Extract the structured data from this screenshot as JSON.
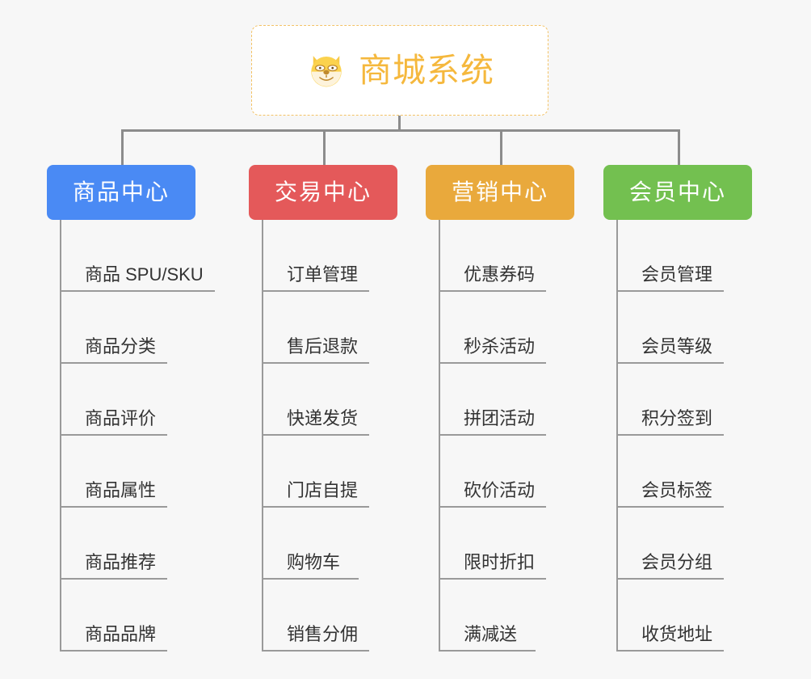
{
  "root": {
    "title": "商城系统",
    "icon": "dog-face-icon",
    "border_color": "#f3c266",
    "text_color": "#f5b83d"
  },
  "canvas": {
    "background": "#f7f7f7",
    "connector_color": "#8c8c8c",
    "rule_color": "#9a9a9a"
  },
  "columns": [
    {
      "label": "商品中心",
      "color": "#4a8af4",
      "items": [
        "商品 SPU/SKU",
        "商品分类",
        "商品评价",
        "商品属性",
        "商品推荐",
        "商品品牌"
      ]
    },
    {
      "label": "交易中心",
      "color": "#e4595a",
      "items": [
        "订单管理",
        "售后退款",
        "快递发货",
        "门店自提",
        "购物车",
        "销售分佣"
      ]
    },
    {
      "label": "营销中心",
      "color": "#e9a93c",
      "items": [
        "优惠券码",
        "秒杀活动",
        "拼团活动",
        "砍价活动",
        "限时折扣",
        "满减送"
      ]
    },
    {
      "label": "会员中心",
      "color": "#73c050",
      "items": [
        "会员管理",
        "会员等级",
        "积分签到",
        "会员标签",
        "会员分组",
        "收货地址"
      ]
    }
  ]
}
